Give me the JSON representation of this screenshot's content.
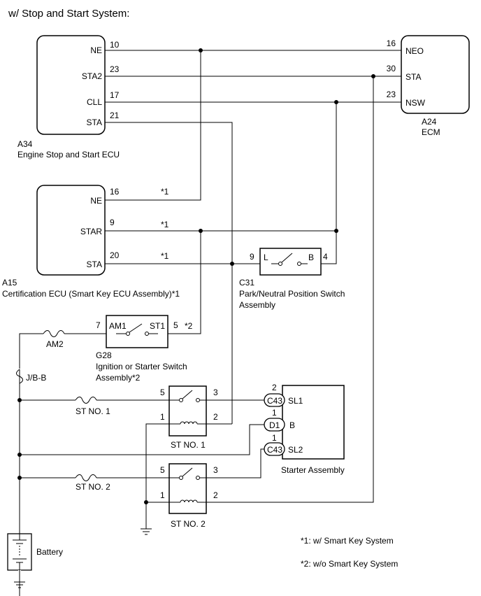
{
  "title": "w/ Stop and Start System:",
  "a34": {
    "code": "A34",
    "name": "Engine Stop and Start ECU",
    "pins": [
      {
        "label": "NE",
        "num": "10"
      },
      {
        "label": "STA2",
        "num": "23"
      },
      {
        "label": "CLL",
        "num": "17"
      },
      {
        "label": "STA",
        "num": "21"
      }
    ]
  },
  "a24": {
    "code": "A24",
    "name": "ECM",
    "pins": [
      {
        "label": "NEO",
        "num": "16"
      },
      {
        "label": "STA",
        "num": "30"
      },
      {
        "label": "NSW",
        "num": "23"
      }
    ]
  },
  "a15": {
    "code": "A15",
    "name": "Certification ECU (Smart Key ECU Assembly)*1",
    "pins": [
      {
        "label": "NE",
        "num": "16",
        "note": "*1"
      },
      {
        "label": "STAR",
        "num": "9",
        "note": "*1"
      },
      {
        "label": "STA",
        "num": "20",
        "note": "*1"
      }
    ]
  },
  "c31": {
    "code": "C31",
    "name_line1": "Park/Neutral Position Switch",
    "name_line2": "Assembly",
    "pin_l": "L",
    "pin_b": "B",
    "num_left": "9",
    "num_right": "4"
  },
  "g28": {
    "code": "G28",
    "name_line1": "Ignition or Starter Switch",
    "name_line2": "Assembly*2",
    "pin_am1": "AM1",
    "pin_st1": "ST1",
    "num_left": "7",
    "num_right": "5",
    "note": "*2"
  },
  "fuses": {
    "am2": "AM2",
    "jbb": "J/B-B",
    "st_no1": "ST NO. 1",
    "st_no2": "ST NO. 2"
  },
  "relay1": {
    "name": "ST NO. 1",
    "pin5": "5",
    "pin3": "3",
    "pin1": "1",
    "pin2": "2"
  },
  "relay2": {
    "name": "ST NO. 2",
    "pin5": "5",
    "pin3": "3",
    "pin1": "1",
    "pin2": "2"
  },
  "starter": {
    "name": "Starter Assembly",
    "pins": [
      {
        "connector": "C43",
        "label": "SL1",
        "num": "2"
      },
      {
        "connector": "D1",
        "label": "B",
        "num": "1"
      },
      {
        "connector": "C43",
        "label": "SL2",
        "num": "1"
      }
    ]
  },
  "battery": "Battery",
  "notes": {
    "n1": "*1: w/ Smart Key System",
    "n2": "*2: w/o Smart Key System"
  }
}
